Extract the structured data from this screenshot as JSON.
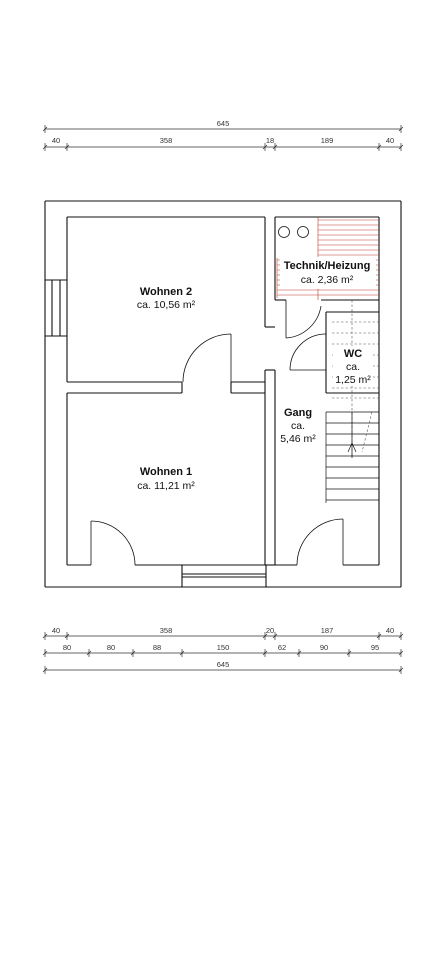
{
  "dimensions": {
    "top_total": "645",
    "top_row": [
      "40",
      "358",
      "18",
      "189",
      "40"
    ],
    "bottom_row1": [
      "40",
      "358",
      "20",
      "187",
      "40"
    ],
    "bottom_row2": [
      "80",
      "80",
      "88",
      "150",
      "62",
      "90",
      "95"
    ],
    "bottom_total": "645"
  },
  "rooms": {
    "wohnen2": {
      "name": "Wohnen 2",
      "area": "ca. 10,56 m²"
    },
    "wohnen1": {
      "name": "Wohnen 1",
      "area": "ca. 11,21 m²"
    },
    "technik": {
      "name": "Technik/Heizung",
      "area": "ca. 2,36 m²"
    },
    "wc": {
      "name": "WC",
      "ca": "ca.",
      "area": "1,25 m²"
    },
    "gang": {
      "name": "Gang",
      "ca": "ca.",
      "area": "5,46 m²"
    }
  },
  "colors": {
    "wall": "#111111",
    "hatch": "#c0392b",
    "dim_line": "#333333",
    "stair_hidden": "#555555"
  }
}
